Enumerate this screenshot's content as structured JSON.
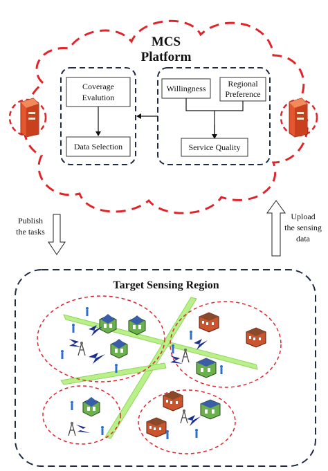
{
  "platform": {
    "title_line1": "MCS",
    "title_line2": "Platform",
    "boxes": {
      "coverage_line1": "Coverage",
      "coverage_line2": "Evalution",
      "data_selection": "Data Selection",
      "willingness": "Willingness",
      "regional_line1": "Regional",
      "regional_line2": "Preference",
      "service_quality": "Service Quality"
    }
  },
  "arrows": {
    "publish_line1": "Publish",
    "publish_line2": "the tasks",
    "upload_line1": "Upload",
    "upload_line2": "the sensing",
    "upload_line3": "data"
  },
  "region": {
    "title": "Target Sensing Region"
  },
  "colors": {
    "cloud_dash": "#e0242a",
    "box_border": "#1f2a44",
    "road": "#b9f08a",
    "road_edge": "#8fd65a",
    "server": "#e4562d",
    "lightning": "#1b2f8c",
    "cluster_dash": "#d9252d"
  },
  "icons": [
    "server-icon",
    "building-icon",
    "tower-icon",
    "person-icon",
    "lightning-icon"
  ]
}
